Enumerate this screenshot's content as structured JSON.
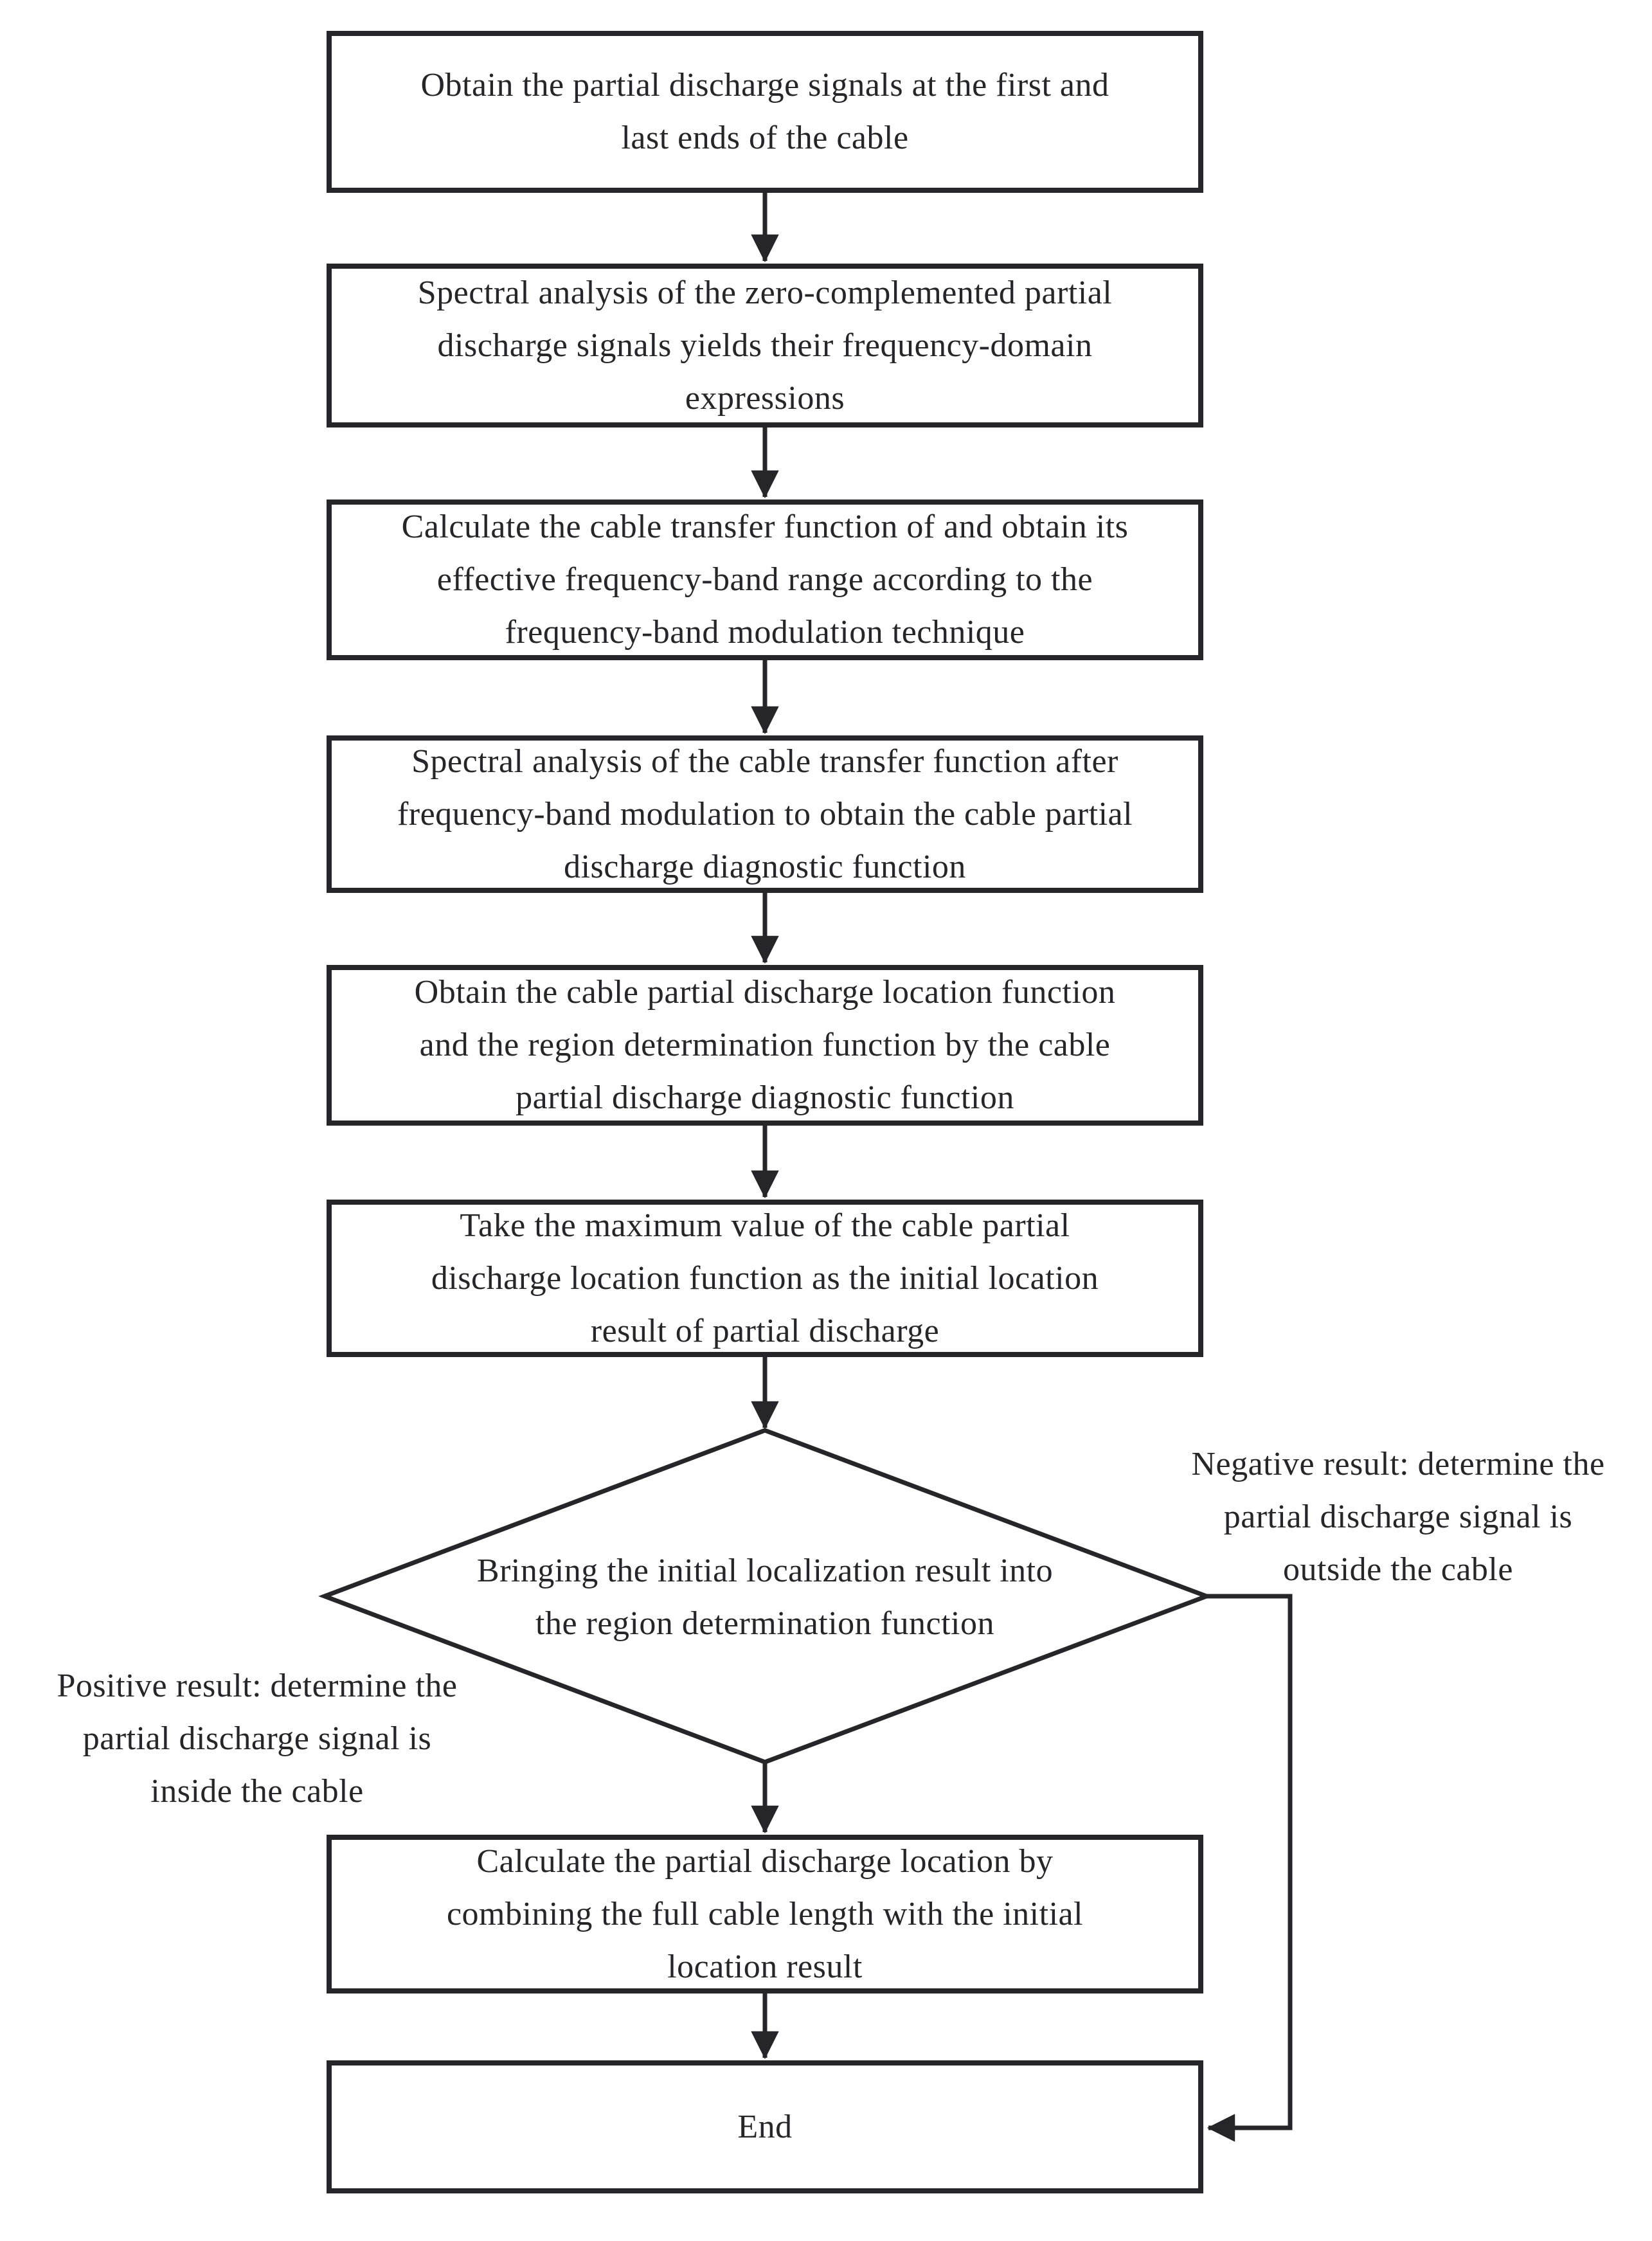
{
  "flow": {
    "steps": [
      {
        "label": "Obtain the partial discharge signals at the first and\nlast ends of the cable"
      },
      {
        "label": "Spectral analysis of the zero-complemented partial\ndischarge signals yields their frequency-domain\nexpressions"
      },
      {
        "label": "Calculate the cable transfer function of and obtain its\neffective frequency-band range according to the\nfrequency-band modulation technique"
      },
      {
        "label": "Spectral analysis of the cable transfer function after\nfrequency-band modulation to obtain the cable partial\ndischarge diagnostic function"
      },
      {
        "label": "Obtain the cable partial discharge location function\nand the region determination function by the cable\npartial discharge diagnostic function"
      },
      {
        "label": "Take the maximum value of the cable partial\ndischarge location function as the initial location\nresult of partial discharge"
      }
    ],
    "decision": {
      "label": "Bringing the initial localization result into\nthe region determination function"
    },
    "branches": {
      "negative": {
        "label": "Negative result: determine the\npartial discharge signal is\noutside the cable"
      },
      "positive": {
        "label": "Positive result: determine the\npartial discharge signal is\ninside the cable"
      }
    },
    "final_steps": [
      {
        "label": "Calculate the partial discharge location by\ncombining the full cable length with the initial\nlocation result"
      },
      {
        "label": "End"
      }
    ],
    "colors": {
      "ink": "#26262a",
      "background": "#ffffff"
    }
  }
}
